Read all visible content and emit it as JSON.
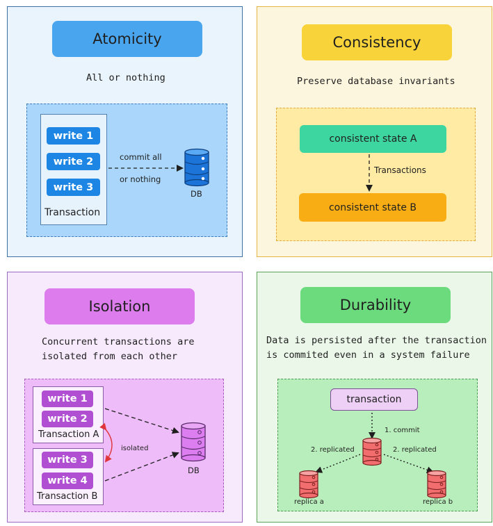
{
  "colors": {
    "atomicity_bg": "#eaf4fc",
    "atomicity_border": "#3d6fa8",
    "atomicity_pill": "#4aa5ef",
    "consistency_bg": "#fdf6de",
    "consistency_border": "#e5b443",
    "consistency_pill": "#f8d43a",
    "isolation_bg": "#f6eafc",
    "isolation_border": "#9a6bc4",
    "isolation_pill": "#dd7ced",
    "durability_bg": "#ebf8e9",
    "durability_border": "#5aa25a",
    "durability_pill": "#6bdb7e"
  },
  "atomicity": {
    "title": "Atomicity",
    "subtitle": "All or nothing",
    "writes": [
      "write 1",
      "write 2",
      "write 3"
    ],
    "transaction_label": "Transaction",
    "arrow_label_top": "commit all",
    "arrow_label_bottom": "or nothing",
    "db_label": "DB"
  },
  "consistency": {
    "title": "Consistency",
    "subtitle": "Preserve database invariants",
    "state_a": "consistent state A",
    "state_b": "consistent state B",
    "arrow_label": "Transactions"
  },
  "isolation": {
    "title": "Isolation",
    "subtitle_line1": "Concurrent transactions are",
    "subtitle_line2": "isolated from each other",
    "writes_a": [
      "write 1",
      "write 2"
    ],
    "writes_b": [
      "write 3",
      "write 4"
    ],
    "transaction_a": "Transaction A",
    "transaction_b": "Transaction B",
    "isolated_label": "isolated",
    "db_label": "DB"
  },
  "durability": {
    "title": "Durability",
    "subtitle_line1": "Data is persisted after the transaction",
    "subtitle_line2": "is commited even in a system failure",
    "transaction": "transaction",
    "commit_label": "1. commit",
    "replicated_left": "2. replicated",
    "replicated_right": "2. replicated",
    "replica_a": "replica a",
    "replica_b": "replica b"
  }
}
